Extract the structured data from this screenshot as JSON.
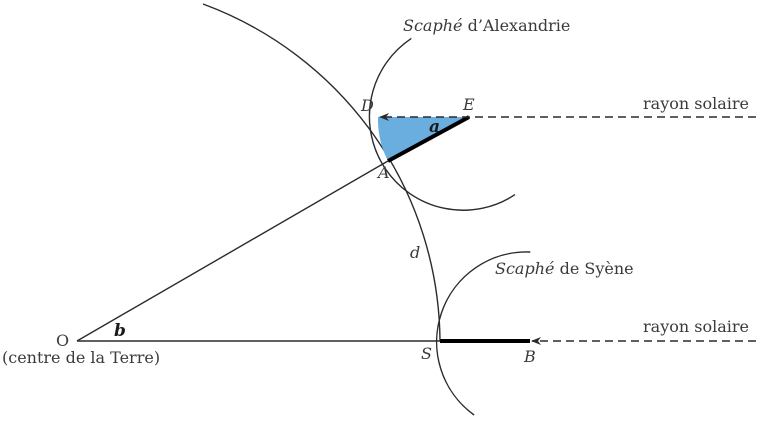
{
  "labels": {
    "scaphe_alexandrie_italic": "Scaphé",
    "scaphe_alexandrie_rest": " d’Alexandrie",
    "scaphe_syene_italic": "Scaphé",
    "scaphe_syene_rest": " de Syène",
    "rayon_top": "rayon solaire",
    "rayon_bottom": "rayon solaire",
    "point_O": "O",
    "centre_terre": "(centre de la Terre)",
    "point_D": "D",
    "point_E": "E",
    "point_A": "A",
    "point_S": "S",
    "point_B": "B",
    "arc_d": "d",
    "angle_a": "a",
    "angle_b": "b"
  },
  "colors": {
    "line": "#2b2b2b",
    "shaded_angle": "#6aaee0",
    "gnomon": "#000000"
  }
}
